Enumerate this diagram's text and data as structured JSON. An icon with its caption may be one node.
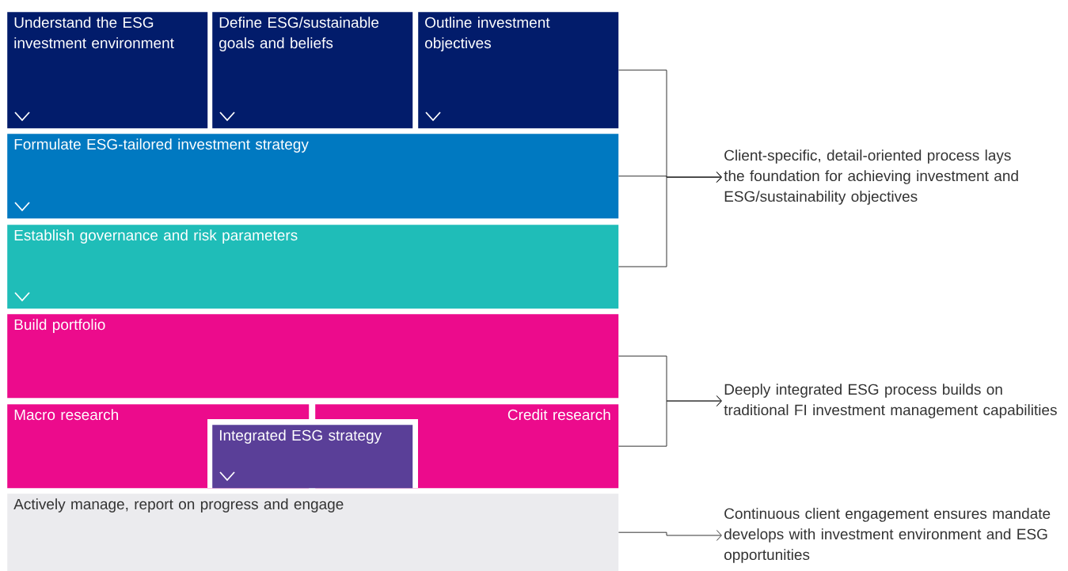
{
  "diagram": {
    "nodes": [
      {
        "text": [
          "Understand the ESG investment environment"
        ]
      },
      {
        "text": [
          "Define ESG/sustainable goals and beliefs"
        ]
      },
      {
        "text": [
          "Outline investment objectives"
        ]
      },
      {
        "text": [
          "Formulate ESG-tailored investment strategy"
        ]
      },
      {
        "text": [
          "Establish governance and risk parameters"
        ]
      },
      {
        "text": [
          "Build portfolio"
        ]
      },
      {
        "text": [
          "Macro research"
        ]
      },
      {
        "text": [
          "Credit research"
        ]
      },
      {
        "text": [
          "Integrated ESG strategy"
        ]
      },
      {
        "text": [
          "Actively manage, report on progress and engage"
        ]
      },
      {
        "text": [
          "Client-specific, detail-oriented process lays the foundation for achieving investment and ESG/sustainability objectives"
        ]
      },
      {
        "text": [
          "Deeply integrated ESG process builds on traditional FI investment management capabilities"
        ]
      },
      {
        "text": [
          "Continuous client engagement ensures mandate develops with investment environment and ESG opportunities"
        ]
      }
    ],
    "edges": [
      {
        "from": 2,
        "to": 10,
        "arrow": "to"
      },
      {
        "from": 3,
        "to": 10,
        "arrow": "to"
      },
      {
        "from": 4,
        "to": 10,
        "arrow": "to"
      },
      {
        "from": 5,
        "to": 11,
        "arrow": "to"
      },
      {
        "from": 7,
        "to": 11,
        "arrow": "to"
      },
      {
        "from": 9,
        "to": 12,
        "arrow": "to"
      }
    ]
  }
}
